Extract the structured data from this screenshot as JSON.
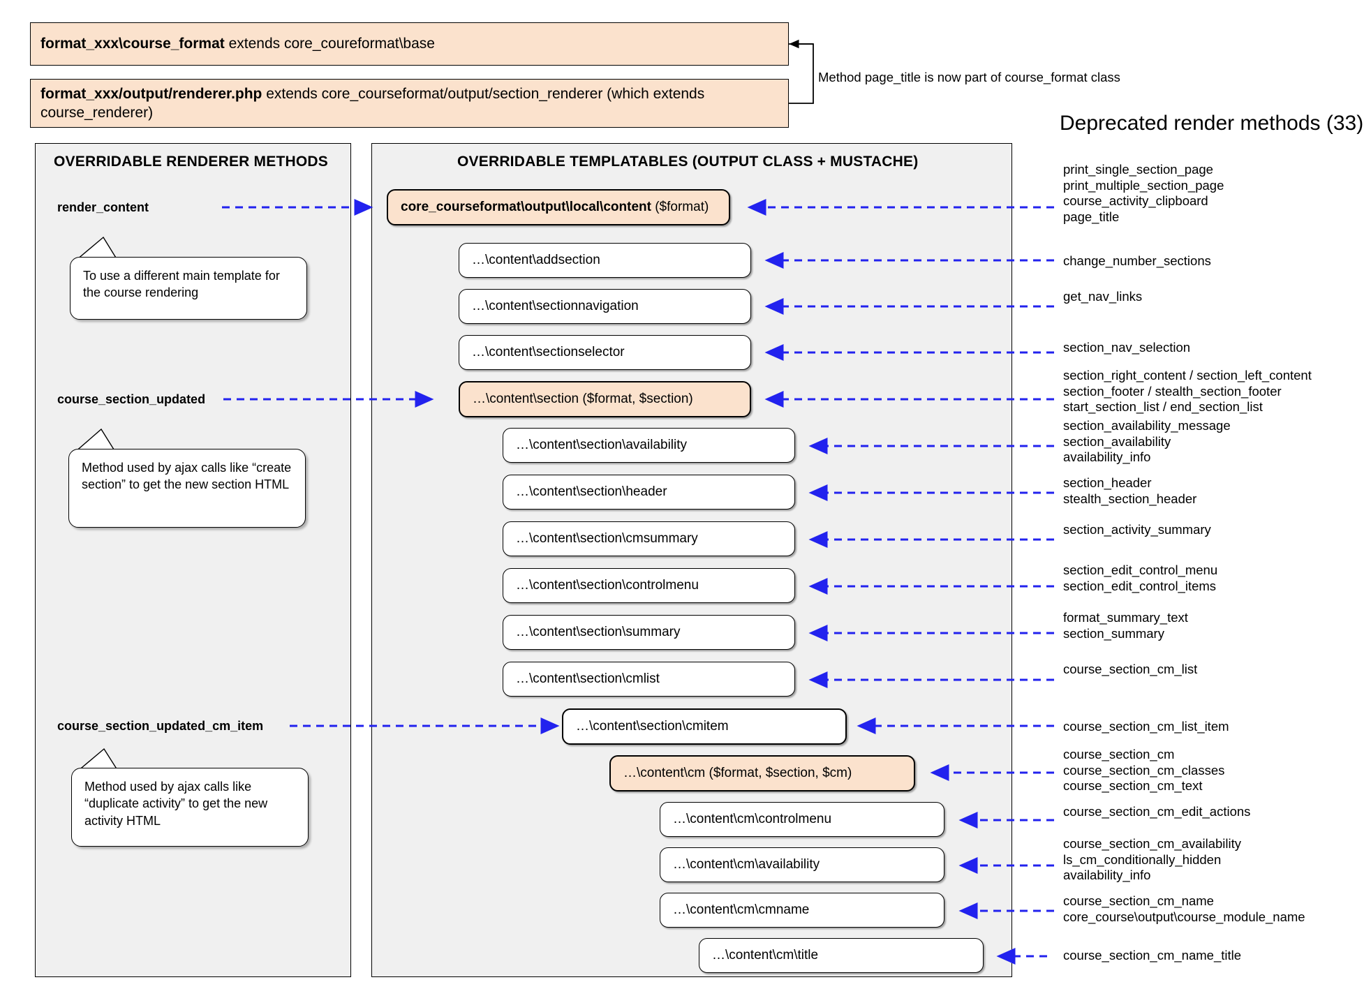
{
  "header": {
    "box1_bold": "format_xxx\\course_format",
    "box1_rest": " extends core_coureformat\\base",
    "box2_bold": "format_xxx/output/renderer.php",
    "box2_rest": " extends core_courseformat/output/section_renderer (which extends course_renderer)",
    "note": "Method page_title is now part of course_format class"
  },
  "left_panel": {
    "title": "OVERRIDABLE RENDERER METHODS",
    "methods": [
      {
        "name": "render_content"
      },
      {
        "name": "course_section_updated"
      },
      {
        "name": "course_section_updated_cm_item"
      }
    ],
    "callouts": [
      {
        "text": "To use a different main template for the course rendering"
      },
      {
        "text": "Method used by ajax calls like “create section” to get the new section HTML"
      },
      {
        "text": "Method used by ajax calls like “duplicate activity” to get the new activity HTML"
      }
    ]
  },
  "center_panel": {
    "title": "OVERRIDABLE TEMPLATABLES (OUTPUT CLASS + MUSTACHE)",
    "boxes": [
      {
        "bold": "core_courseformat\\output\\local\\content",
        "rest": " ($format)",
        "highlight": true
      },
      {
        "bold": "",
        "rest": "…\\content\\addsection",
        "highlight": false
      },
      {
        "bold": "",
        "rest": "…\\content\\sectionnavigation",
        "highlight": false
      },
      {
        "bold": "",
        "rest": "…\\content\\sectionselector",
        "highlight": false
      },
      {
        "bold": "",
        "rest": "…\\content\\section ($format, $section)",
        "highlight": true
      },
      {
        "bold": "",
        "rest": "…\\content\\section\\availability",
        "highlight": false
      },
      {
        "bold": "",
        "rest": "…\\content\\section\\header",
        "highlight": false
      },
      {
        "bold": "",
        "rest": "…\\content\\section\\cmsummary",
        "highlight": false
      },
      {
        "bold": "",
        "rest": "…\\content\\section\\controlmenu",
        "highlight": false
      },
      {
        "bold": "",
        "rest": "…\\content\\section\\summary",
        "highlight": false
      },
      {
        "bold": "",
        "rest": "…\\content\\section\\cmlist",
        "highlight": false
      },
      {
        "bold": "",
        "rest": "…\\content\\section\\cmitem",
        "highlight": false
      },
      {
        "bold": "",
        "rest": "…\\content\\cm ($format, $section, $cm)",
        "highlight": true
      },
      {
        "bold": "",
        "rest": "…\\content\\cm\\controlmenu",
        "highlight": false
      },
      {
        "bold": "",
        "rest": "…\\content\\cm\\availability",
        "highlight": false
      },
      {
        "bold": "",
        "rest": "…\\content\\cm\\cmname",
        "highlight": false
      },
      {
        "bold": "",
        "rest": "…\\content\\cm\\title",
        "highlight": false
      }
    ]
  },
  "right_panel": {
    "title": "Deprecated render methods (33)",
    "groups": [
      {
        "lines": [
          "print_single_section_page",
          "print_multiple_section_page",
          "course_activity_clipboard",
          "page_title"
        ]
      },
      {
        "lines": [
          "change_number_sections"
        ]
      },
      {
        "lines": [
          "get_nav_links"
        ]
      },
      {
        "lines": [
          "section_nav_selection"
        ]
      },
      {
        "lines": [
          "section_right_content / section_left_content",
          "section_footer / stealth_section_footer",
          "start_section_list / end_section_list"
        ]
      },
      {
        "lines": [
          "section_availability_message",
          "section_availability",
          "availability_info"
        ]
      },
      {
        "lines": [
          "section_header",
          "stealth_section_header"
        ]
      },
      {
        "lines": [
          "section_activity_summary"
        ]
      },
      {
        "lines": [
          "section_edit_control_menu",
          "section_edit_control_items"
        ]
      },
      {
        "lines": [
          "format_summary_text",
          "section_summary"
        ]
      },
      {
        "lines": [
          "course_section_cm_list"
        ]
      },
      {
        "lines": [
          "course_section_cm_list_item"
        ]
      },
      {
        "lines": [
          "course_section_cm",
          "course_section_cm_classes",
          "course_section_cm_text"
        ]
      },
      {
        "lines": [
          "course_section_cm_edit_actions"
        ]
      },
      {
        "lines": [
          "course_section_cm_availability",
          "ls_cm_conditionally_hidden",
          "availability_info"
        ]
      },
      {
        "lines": [
          "course_section_cm_name",
          "core_course\\output\\course_module_name"
        ]
      },
      {
        "lines": [
          "course_section_cm_name_title"
        ]
      }
    ]
  },
  "colors": {
    "highlight_fill": "#fbe2cd",
    "panel_fill": "#f0f0f0",
    "arrow": "#2222ee",
    "border": "#000000"
  }
}
